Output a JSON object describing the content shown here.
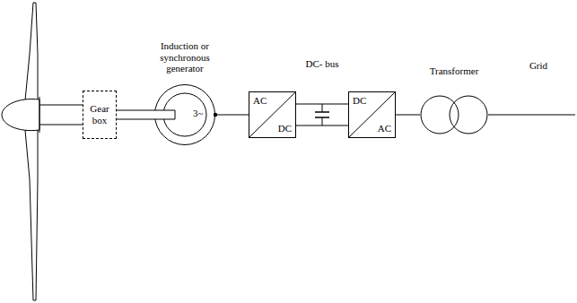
{
  "diagram": {
    "nodes": [
      {
        "text": [
          "Gear box"
        ]
      },
      {
        "text": [
          "Induction or synchronous generator",
          "3~"
        ]
      },
      {
        "text": [
          "AC",
          "DC"
        ]
      },
      {
        "text": [
          "DC",
          "AC"
        ]
      },
      {
        "text": [
          "Transformer"
        ]
      }
    ],
    "edges": [
      {
        "from": 0,
        "to": 1,
        "arrow": "none"
      },
      {
        "from": 1,
        "to": 2,
        "arrow": "none"
      },
      {
        "from": 2,
        "to": 3,
        "arrow": "none"
      },
      {
        "from": 3,
        "to": 4,
        "arrow": "none"
      }
    ],
    "labels": [
      "DC- bus",
      "Grid"
    ]
  }
}
